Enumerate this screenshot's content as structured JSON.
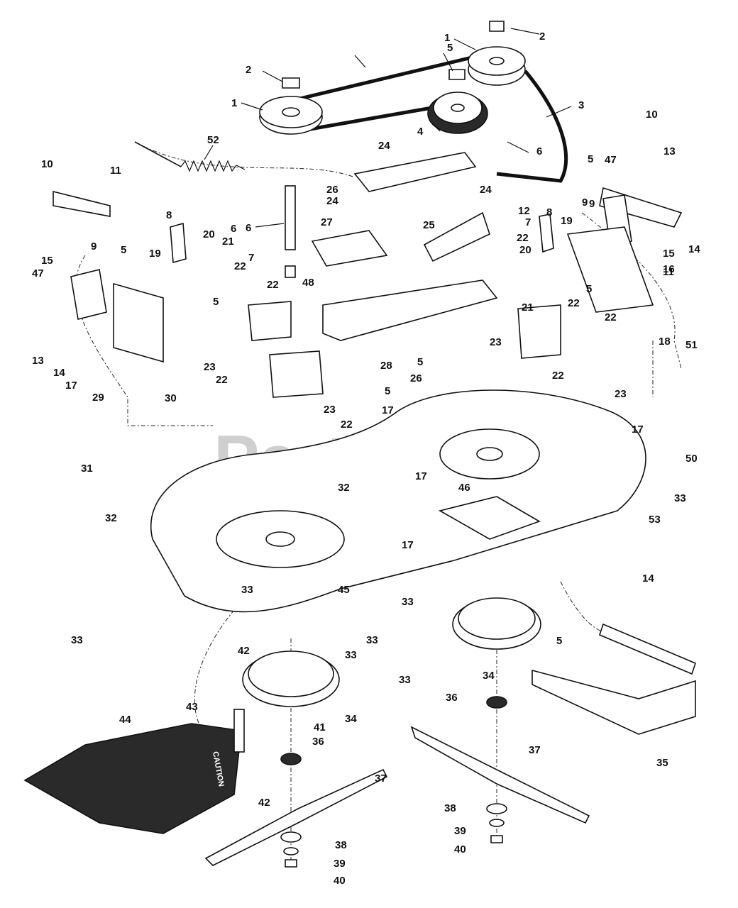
{
  "watermark": "PartsTree",
  "callouts": [
    "1",
    "1",
    "2",
    "2",
    "3",
    "4",
    "5",
    "6",
    "6",
    "7",
    "7",
    "8",
    "8",
    "9",
    "9",
    "10",
    "10",
    "11",
    "11",
    "12",
    "13",
    "13",
    "14",
    "14",
    "14",
    "15",
    "15",
    "16",
    "17",
    "17",
    "17",
    "17",
    "17",
    "18",
    "19",
    "19",
    "20",
    "20",
    "21",
    "21",
    "22",
    "22",
    "22",
    "22",
    "22",
    "22",
    "22",
    "22",
    "23",
    "23",
    "23",
    "23",
    "24",
    "24",
    "24",
    "25",
    "26",
    "26",
    "27",
    "28",
    "29",
    "30",
    "31",
    "32",
    "32",
    "33",
    "33",
    "33",
    "33",
    "33",
    "33",
    "33",
    "34",
    "34",
    "35",
    "36",
    "36",
    "37",
    "37",
    "38",
    "38",
    "39",
    "39",
    "40",
    "40",
    "41",
    "42",
    "42",
    "43",
    "44",
    "45",
    "46",
    "47",
    "47",
    "48",
    "5",
    "5",
    "5",
    "5",
    "5",
    "5",
    "5",
    "50",
    "51",
    "52",
    "53",
    "6",
    "9"
  ],
  "caution_text": "CAUTION"
}
